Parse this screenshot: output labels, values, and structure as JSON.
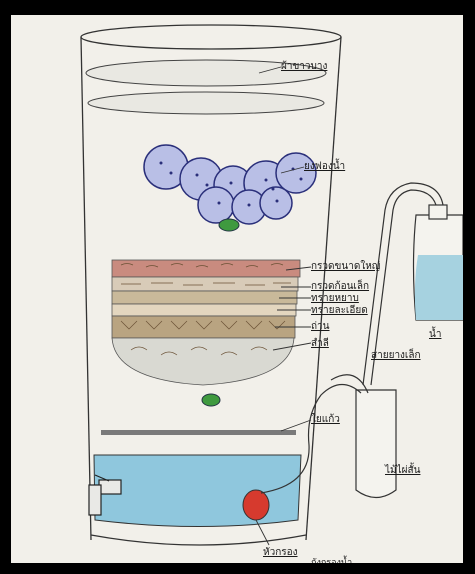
{
  "labels": {
    "cloth": "ผ้าขาวบาง",
    "sponge": "ยงฟองน้ำ",
    "coarse_sand": "กรวดขนาดใหญ่",
    "gravel": "กรวดก้อนเล็ก",
    "fine_sand": "ทรายหยาบ",
    "sand": "ทรายละเอียด",
    "charcoal": "ถ่าน",
    "cotton": "สำลี",
    "glass_wool": "ใยแก้ว",
    "water": "น้ำ",
    "tube": "สายยางเล็ก",
    "bottle": "ไม้ไผ่สั้น",
    "rubber_ball": "หัวกรอง",
    "bottom_text": "ถังกรองน้ำ"
  },
  "colors": {
    "paper": "#f2f0ea",
    "water": "#8fc7dd",
    "sponge": "#b9bfe6",
    "gravel_red": "#c98b7f",
    "charcoal_sand": "#b9a481",
    "valve_red": "#d63a2e",
    "green_cap": "#3f9a3f"
  }
}
